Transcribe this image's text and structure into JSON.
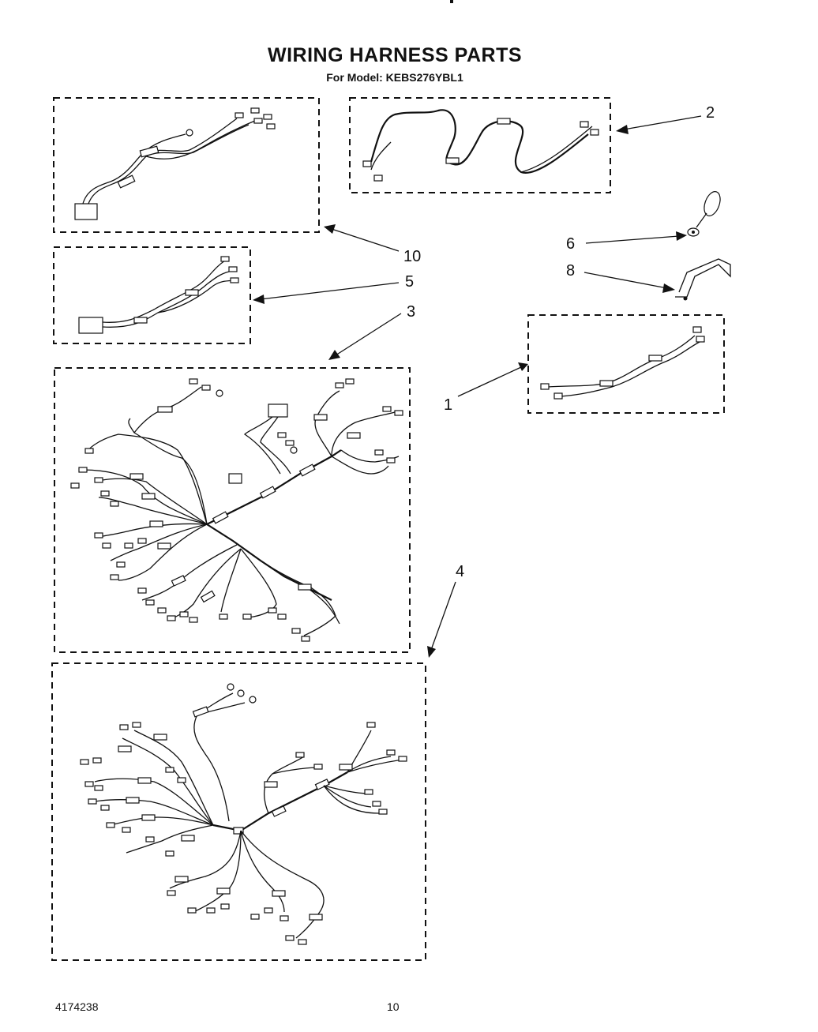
{
  "header": {
    "title": "WIRING HARNESS PARTS",
    "subtitle": "For Model: KEBS276YBL1"
  },
  "callouts": {
    "c1": "1",
    "c2": "2",
    "c3": "3",
    "c4": "4",
    "c5": "5",
    "c6": "6",
    "c8": "8",
    "c10": "10"
  },
  "footer": {
    "doc_number": "4174238",
    "page_number": "10"
  }
}
